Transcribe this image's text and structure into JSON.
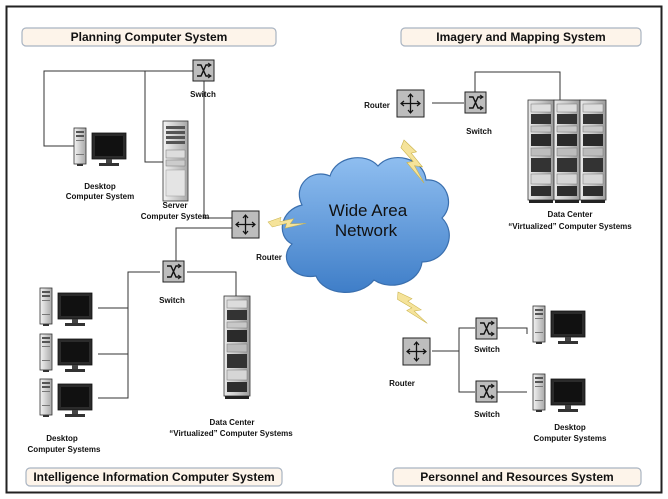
{
  "sections": {
    "planning": "Planning Computer System",
    "imagery": "Imagery and Mapping System",
    "intelligence": "Intelligence Information Computer System",
    "personnel": "Personnel and Resources System"
  },
  "network": {
    "wan_line1": "Wide Area",
    "wan_line2": "Network"
  },
  "labels": {
    "switch": "Switch",
    "router": "Router",
    "desktop_single_1": "Desktop",
    "desktop_single_2": "Computer System",
    "desktop_multi_1": "Desktop",
    "desktop_multi_2": "Computer Systems",
    "server_1": "Server",
    "server_2": "Computer System",
    "datacenter_1": "Data Center",
    "datacenter_2": "“Virtualized” Computer Systems"
  },
  "colors": {
    "cloud": "#4f8fd2",
    "lightning": "#f2e08a",
    "title_bg": "#fdf4ea",
    "title_border": "#a9b4c2",
    "device_fill": "#b9b9b9"
  }
}
